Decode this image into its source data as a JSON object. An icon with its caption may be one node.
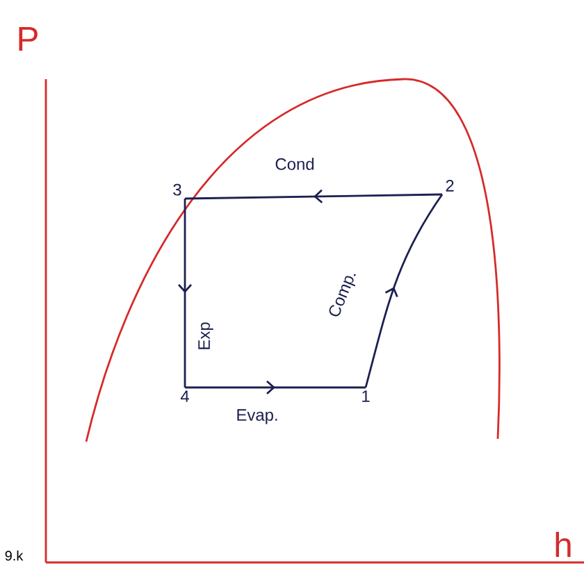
{
  "diagram": {
    "nodes": [
      {
        "text": [
          "1"
        ]
      },
      {
        "text": [
          "2"
        ]
      },
      {
        "text": [
          "3"
        ]
      },
      {
        "text": [
          "4"
        ]
      }
    ],
    "edges": [
      {
        "from": 0,
        "to": 1,
        "arrow": "to",
        "label": "Comp."
      },
      {
        "from": 1,
        "to": 2,
        "arrow": "to",
        "label": "Cond"
      },
      {
        "from": 2,
        "to": 3,
        "arrow": "to",
        "label": "Exp"
      },
      {
        "from": 3,
        "to": 0,
        "arrow": "to",
        "label": "Evap."
      }
    ],
    "labels": [
      "P",
      "h",
      "9.k"
    ]
  }
}
